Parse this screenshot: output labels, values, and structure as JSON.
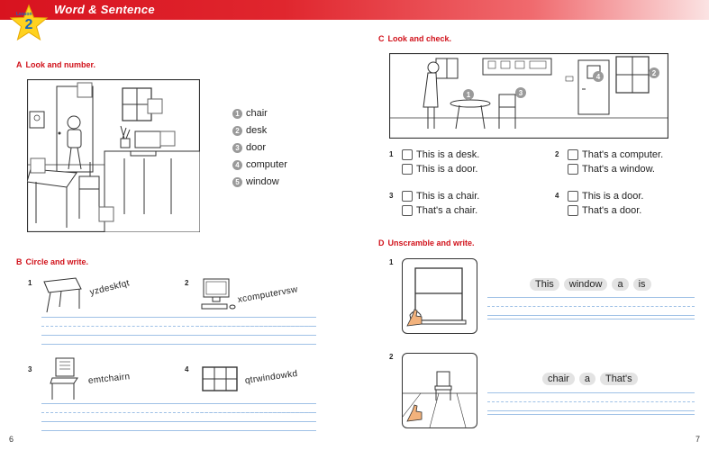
{
  "header": {
    "lesson_label": "Lesson",
    "lesson_number": "2",
    "title": "Word & Sentence"
  },
  "sectionA": {
    "letter": "A",
    "title": "Look and number.",
    "words": [
      {
        "n": "1",
        "word": "chair"
      },
      {
        "n": "2",
        "word": "desk"
      },
      {
        "n": "3",
        "word": "door"
      },
      {
        "n": "4",
        "word": "computer"
      },
      {
        "n": "5",
        "word": "window"
      }
    ]
  },
  "sectionB": {
    "letter": "B",
    "title": "Circle and write.",
    "items": [
      {
        "n": "1",
        "letters": "yzdeskfqt"
      },
      {
        "n": "2",
        "letters": "xcomputervsw"
      },
      {
        "n": "3",
        "letters": "emtchairn"
      },
      {
        "n": "4",
        "letters": "qtrwindowkd"
      }
    ]
  },
  "sectionC": {
    "letter": "C",
    "title": "Look and check.",
    "picture_labels": [
      "1",
      "2",
      "3",
      "4"
    ],
    "items": [
      {
        "n": "1",
        "options": [
          "This is a desk.",
          "This is a door."
        ]
      },
      {
        "n": "2",
        "options": [
          "That's a computer.",
          "That's a window."
        ]
      },
      {
        "n": "3",
        "options": [
          "This is a chair.",
          "That's a chair."
        ]
      },
      {
        "n": "4",
        "options": [
          "This is a door.",
          "That's a door."
        ]
      }
    ]
  },
  "sectionD": {
    "letter": "D",
    "title": "Unscramble and write.",
    "items": [
      {
        "n": "1",
        "words": [
          "This",
          "window",
          "a",
          "is"
        ]
      },
      {
        "n": "2",
        "words": [
          "chair",
          "a",
          "That's"
        ]
      }
    ]
  },
  "pages": {
    "left": "6",
    "right": "7"
  },
  "colors": {
    "accent": "#d1121b",
    "star": "#ffd21f",
    "lesson_blue": "#1565c0",
    "ruled_line": "#9fc1e6"
  }
}
